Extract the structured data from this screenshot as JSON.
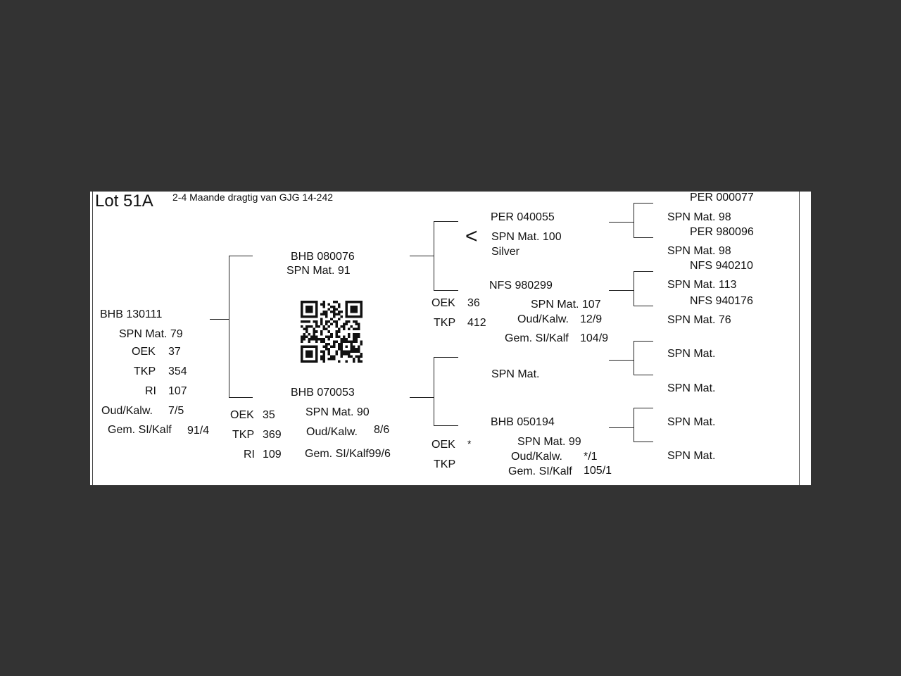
{
  "header": {
    "lot": "Lot 51A",
    "subtitle": "2-4 Maande dragtig van GJG 14-242"
  },
  "animal": {
    "id": "BHB 130111",
    "spn": "SPN Mat. 79",
    "oek_label": "OEK",
    "oek": "37",
    "tkp_label": "TKP",
    "tkp": "354",
    "ri_label": "RI",
    "ri": "107",
    "oud_label": "Oud/Kalw.",
    "oud": "7/5",
    "gem_label": "Gem. SI/Kalf",
    "gem": "91/4"
  },
  "sire": {
    "id": "BHB 080076",
    "spn": "SPN Mat. 91"
  },
  "dam": {
    "id": "BHB 070053",
    "spn": "SPN Mat. 90",
    "oek_label": "OEK",
    "oek": "35",
    "tkp_label": "TKP",
    "tkp": "369",
    "ri_label": "RI",
    "ri": "109",
    "oud_label": "Oud/Kalw.",
    "oud": "8/6",
    "gem_text": "Gem. SI/Kalf99/6"
  },
  "sire_sire": {
    "id": "PER 040055",
    "symbol": "<",
    "spn": "SPN Mat. 100",
    "name": "Silver"
  },
  "sire_dam": {
    "id": "NFS 980299",
    "oek_label": "OEK",
    "oek": "36",
    "tkp_label": "TKP",
    "tkp": "412",
    "spn": "SPN Mat. 107",
    "oud_label": "Oud/Kalw.",
    "oud": "12/9",
    "gem_label": "Gem. SI/Kalf",
    "gem": "104/9"
  },
  "dam_sire": {
    "spn": "SPN Mat."
  },
  "dam_dam": {
    "id": "BHB 050194",
    "oek_label": "OEK",
    "oek": "*",
    "tkp_label": "TKP",
    "spn": "SPN Mat. 99",
    "oud_label": "Oud/Kalw.",
    "oud": "*/1",
    "gem_label": "Gem. SI/Kalf",
    "gem": "105/1"
  },
  "great_grandparents": {
    "g1_id": "PER 000077",
    "g1_spn": "SPN Mat. 98",
    "g2_id": "PER 980096",
    "g2_spn": "SPN Mat. 98",
    "g3_id": "NFS 940210",
    "g3_spn": "SPN Mat. 113",
    "g4_id": "NFS 940176",
    "g4_spn": "SPN Mat. 76",
    "g5_spn": "SPN Mat.",
    "g6_spn": "SPN Mat.",
    "g7_spn": "SPN Mat.",
    "g8_spn": "SPN Mat."
  }
}
